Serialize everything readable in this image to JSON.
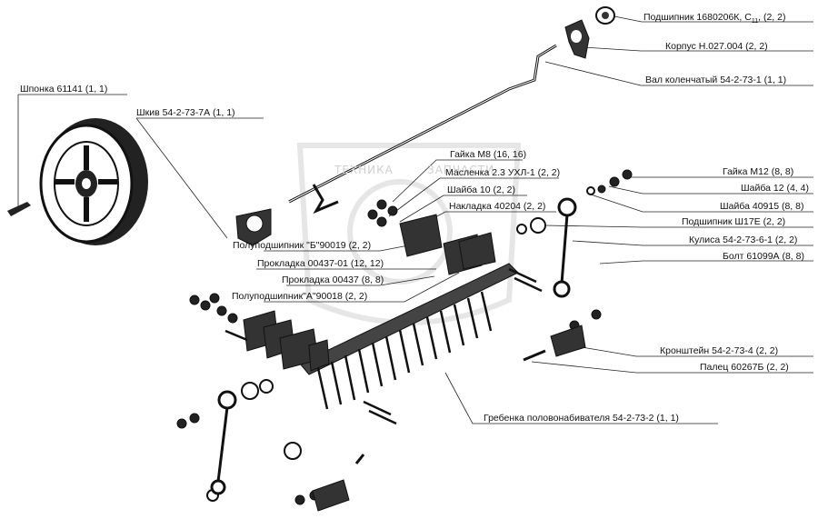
{
  "watermark": {
    "left_text": "ТЕХНИКА",
    "right_text": "ЗАПЧАСТИ",
    "logo_text": "ЭФ"
  },
  "labels": {
    "bearing_1680206": "Подшипник 1680206К, С",
    "bearing_1680206_sub": "11",
    "bearing_1680206_qty": ", (2, 2)",
    "housing": "Корпус Н.027.004 (2, 2)",
    "crankshaft": "Вал коленчатый 54-2-73-1 (1, 1)",
    "key": "Шпонка 61141 (1, 1)",
    "pulley": "Шкив 54-2-73-7А (1, 1)",
    "nut_m8": "Гайка М8 (16, 16)",
    "oiler": "Масленка 2.3 УХЛ-1 (2, 2)",
    "washer_10": "Шайба 10 (2, 2)",
    "cover_plate": "Накладка 40204 (2, 2)",
    "half_bearing_b": "Полуподшипник \"Б\"90019 (2, 2)",
    "gasket_01": "Прокладка 00437-01 (12, 12)",
    "gasket": "Прокладка 00437 (8, 8)",
    "half_bearing_a": "Полуподшипник\"А\"90018 (2, 2)",
    "nut_m12": "Гайка М12 (8, 8)",
    "washer_12": "Шайба 12 (4, 4)",
    "washer_40915": "Шайба 40915 (8, 8)",
    "bearing_sh17e": "Подшипник Ш17Е (2, 2)",
    "rocker": "Кулиса 54-2-73-6-1 (2, 2)",
    "bolt": "Болт 61099А (8, 8)",
    "bracket": "Кронштейн 54-2-73-4 (2, 2)",
    "pin": "Палец 60267Б (2, 2)",
    "comb": "Гребенка половонабивателя 54-2-73-2 (1, 1)"
  }
}
